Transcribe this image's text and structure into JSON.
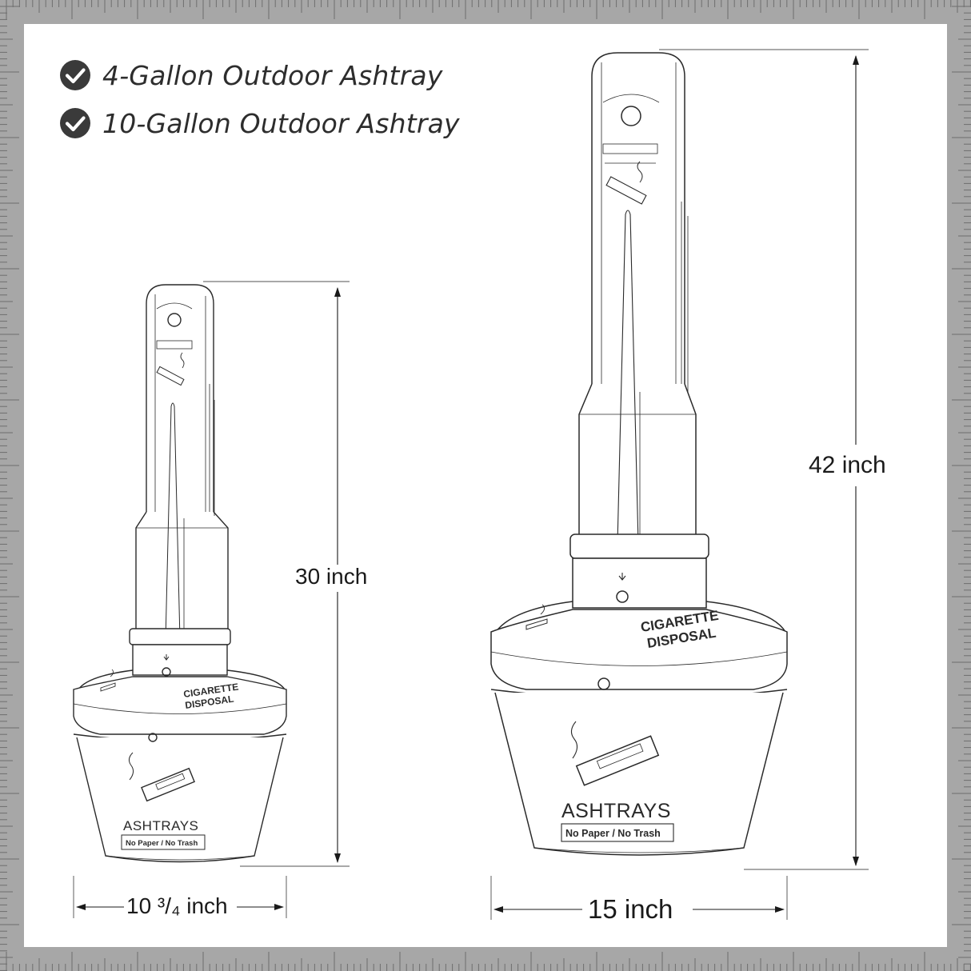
{
  "features": [
    {
      "label": "4-Gallon Outdoor Ashtray",
      "icon": "check-circle-icon"
    },
    {
      "label": "10-Gallon Outdoor Ashtray",
      "icon": "check-circle-icon"
    }
  ],
  "small_ashtray": {
    "height_label": "30 inch",
    "width_label": "10 ³/₄ inch",
    "lid_text_line1": "CIGARETTE",
    "lid_text_line2": "DISPOSAL",
    "base_text": "ASHTRAYS",
    "base_subtext": "No Paper / No Trash"
  },
  "large_ashtray": {
    "height_label": "42 inch",
    "width_label": "15 inch",
    "lid_text_line1": "CIGARETTE",
    "lid_text_line2": "DISPOSAL",
    "base_text": "ASHTRAYS",
    "base_subtext": "No Paper / No Trash"
  },
  "colors": {
    "frame": "#a7a7a7",
    "panel": "#ffffff",
    "line": "#2a2a2a",
    "check_bg": "#3a3a3a"
  }
}
